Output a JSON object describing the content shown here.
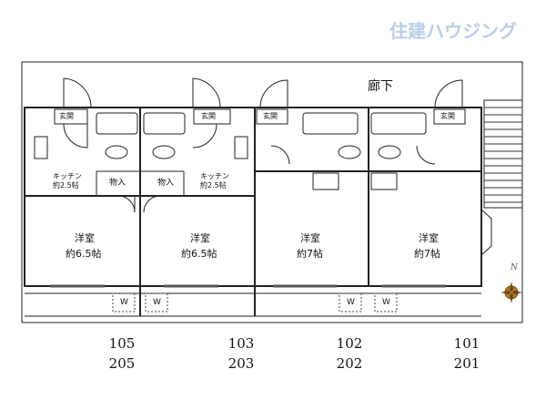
{
  "logo_text": "住建ハウジング",
  "corridor_label": "廊下",
  "entrance_label": "玄関",
  "kitchen": {
    "name": "キッチン",
    "size": "約2.5帖"
  },
  "storage_label": "物入",
  "rooms": [
    {
      "name": "洋室",
      "size": "約6.5帖"
    },
    {
      "name": "洋室",
      "size": "約6.5帖"
    },
    {
      "name": "洋室",
      "size": "約7帖"
    },
    {
      "name": "洋室",
      "size": "約7帖"
    }
  ],
  "washer_label": "W",
  "compass_label": "N",
  "units": [
    {
      "ground": "105",
      "upper": "205"
    },
    {
      "ground": "103",
      "upper": "203"
    },
    {
      "ground": "102",
      "upper": "202"
    },
    {
      "ground": "101",
      "upper": "201"
    }
  ]
}
